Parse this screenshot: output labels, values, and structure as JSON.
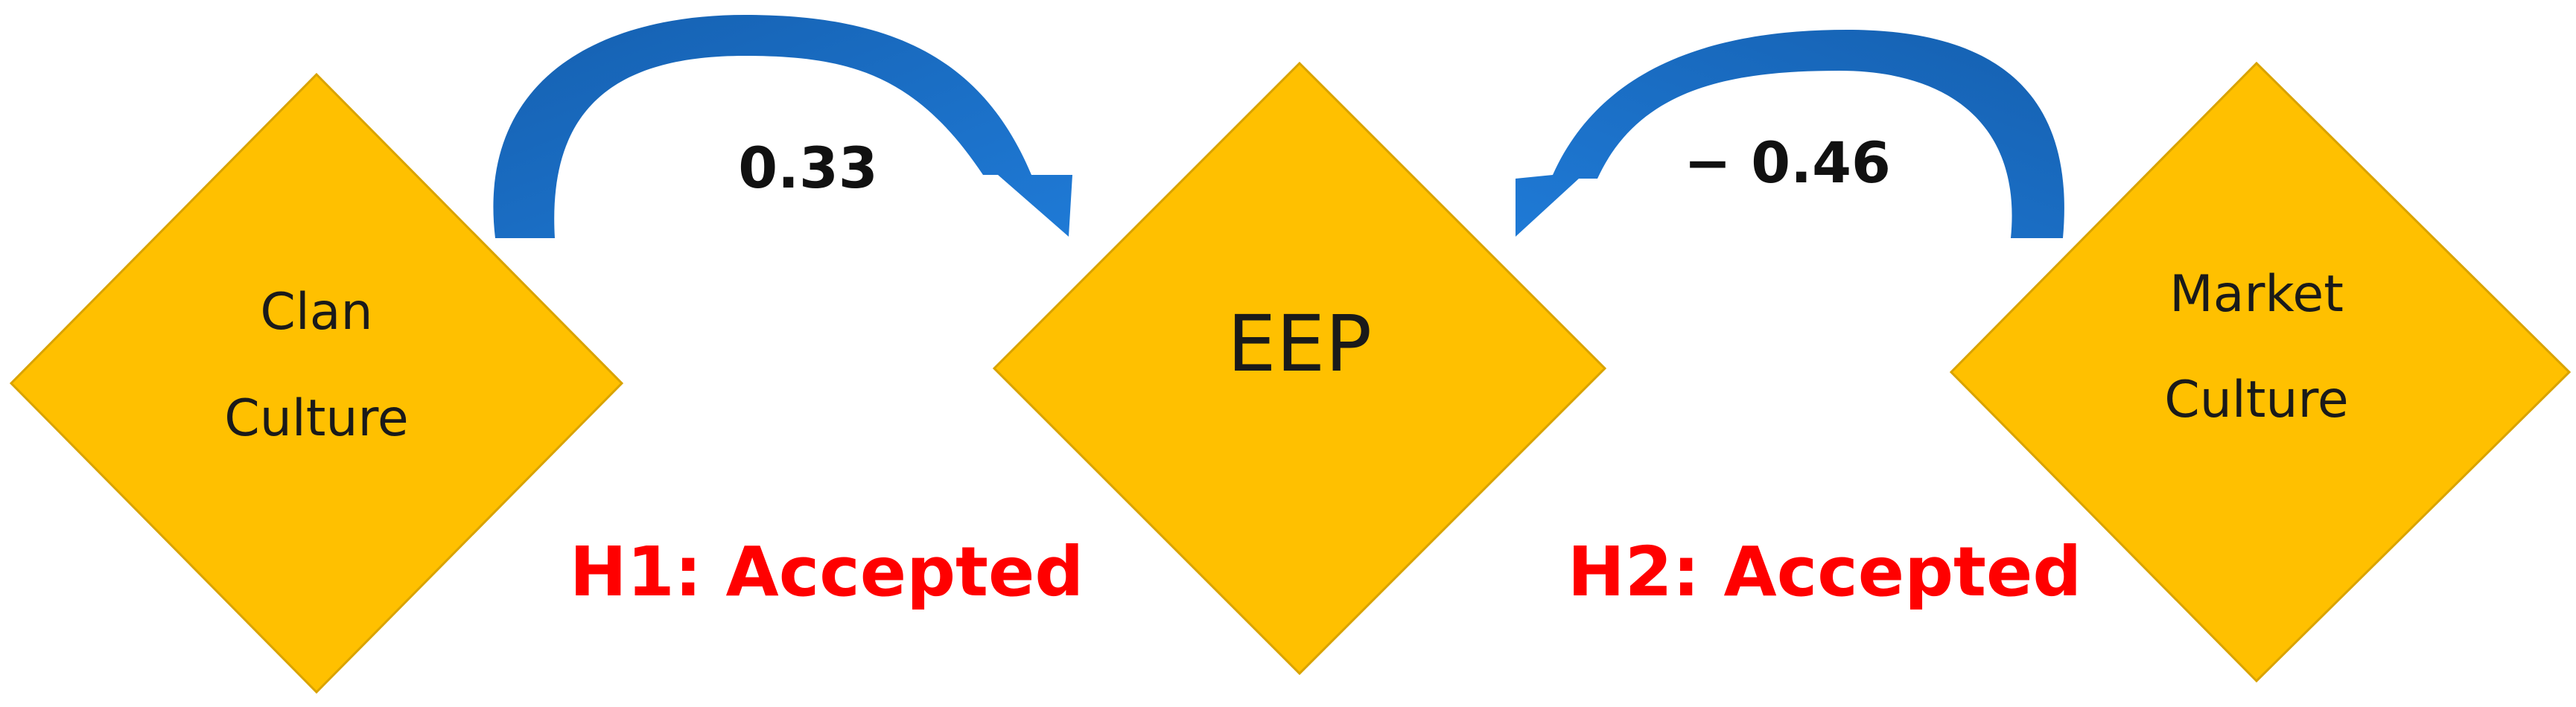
{
  "colors": {
    "diamond_fill": "#FFC000",
    "diamond_stroke": "#D9A300",
    "arrow_light": "#1F78D1",
    "arrow_dark": "#155A9E",
    "verdict": "#FF0000"
  },
  "nodes": {
    "clan": {
      "line1": "Clan",
      "line2": "Culture"
    },
    "eep": {
      "label": "EEP"
    },
    "market": {
      "line1": "Market",
      "line2": "Culture"
    }
  },
  "paths": {
    "h1": {
      "coefficient": "0.33",
      "verdict": "H1: Accepted"
    },
    "h2": {
      "coefficient": "− 0.46",
      "verdict": "H2: Accepted"
    }
  }
}
